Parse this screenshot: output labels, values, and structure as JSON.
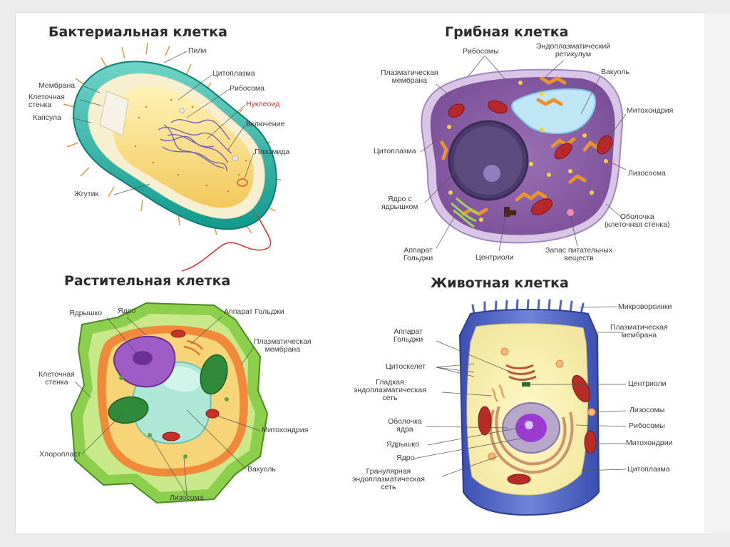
{
  "titles": {
    "bacterial": "Бактериальная клетка",
    "fungal": "Грибная  клетка",
    "plant": "Растительная клетка",
    "animal": "Животная клетка"
  },
  "bacterial": {
    "pili": "Пили",
    "membrane": "Мембрана",
    "cell_wall": "Клеточная\nстенка",
    "capsule": "Капсула",
    "cytoplasm": "Цитоплазма",
    "ribosome": "Рибосома",
    "nucleoid": "Нуклеоид",
    "inclusion": "Включение",
    "plasmid": "Плазмида",
    "flagellum": "Жгутик"
  },
  "fungal": {
    "ribosomes": "Рибосомы",
    "er": "Эндоплазматический\nретикулум",
    "plasma_membrane": "Плазматическая\nмембрана",
    "vacuole": "Вакуоль",
    "mitochondria": "Митохондрия",
    "cytoplasm": "Цитоплазма",
    "lysosome": "Лизососма",
    "nucleus": "Ядро с\nядрышком",
    "wall": "Оболочка\n(клеточная стенка)",
    "golgi": "Аппарат\nГольджи",
    "centrioles": "Центриоли",
    "storage": "Запас питательных\nвеществ"
  },
  "plant": {
    "nucleolus": "Ядрышко",
    "nucleus": "Ядро",
    "golgi": "Аппарат Гольджи",
    "plasma_membrane": "Плазматическая\nмембрана",
    "cell_wall": "Клеточная\nстенка",
    "mitochondria": "Митохондрия",
    "chloroplast": "Хлоропласт",
    "vacuole": "Вакуоль",
    "lysosome": "Лизосома"
  },
  "animal": {
    "microvilli": "Микроворсинки",
    "golgi": "Аппарат\nГольджи",
    "plasma_membrane": "Плазматическая\nмембрана",
    "cytoskeleton": "Цитоскелет",
    "smooth_er": "Гладкая\nэндоплазматическая\nсеть",
    "centrioles": "Центриоли",
    "lysosomes": "Лизосомы",
    "nuclear_envelope": "Оболочка\nядра",
    "ribosomes": "Рибосомы",
    "nucleolus": "Ядрышко",
    "mitochondria": "Митохондрии",
    "nucleus": "Ядро",
    "cytoplasm": "Цитоплазма",
    "rough_er": "Гранулярная\nэндоплазматическая\nсеть"
  }
}
